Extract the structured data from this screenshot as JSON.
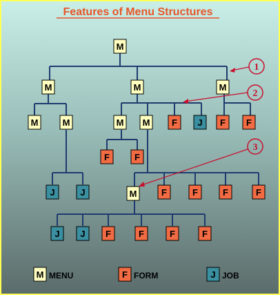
{
  "title": "Features of Menu Structures",
  "colors": {
    "menu": "#ffffc0",
    "form": "#f26b43",
    "job": "#3a8fa0",
    "line": "#1e3a6e",
    "callout": "#c8102e"
  },
  "node_letters": {
    "menu": "M",
    "form": "F",
    "job": "J"
  },
  "callouts": [
    "1",
    "2",
    "3"
  ],
  "legend": {
    "menu_letter": "M",
    "menu_label": "MENU",
    "form_letter": "F",
    "form_label": "FORM",
    "job_letter": "J",
    "job_label": "JOB"
  }
}
